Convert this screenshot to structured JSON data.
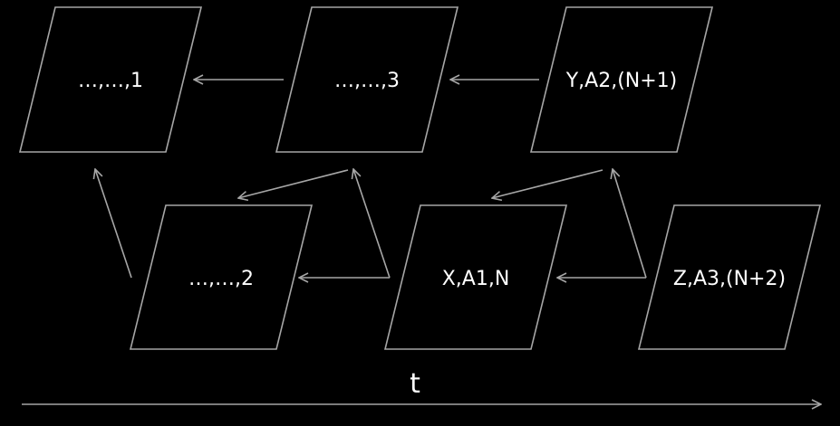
{
  "diagram": {
    "frames": [
      {
        "id": "f1",
        "label": "…,…,1"
      },
      {
        "id": "f3",
        "label": "…,…,3"
      },
      {
        "id": "fY",
        "label": "Y,A2,(N+1)"
      },
      {
        "id": "f2",
        "label": "…,…,2"
      },
      {
        "id": "fX",
        "label": "X,A1,N"
      },
      {
        "id": "fZ",
        "label": "Z,A3,(N+2)"
      }
    ],
    "time_axis_label": "t"
  },
  "colors": {
    "background": "#000000",
    "stroke": "#a6a6a6",
    "text": "#ffffff"
  }
}
